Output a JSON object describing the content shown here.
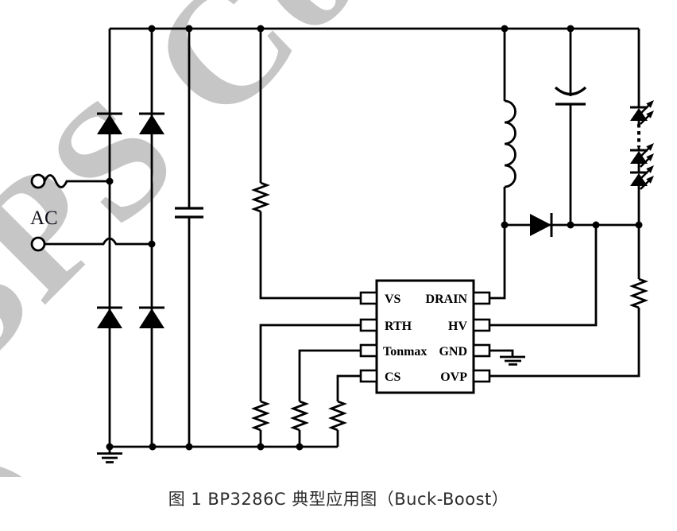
{
  "figure": {
    "caption": "图 1 BP3286C 典型应用图（Buck-Boost）",
    "ac_label": "AC",
    "watermark_text": "BPS Cor"
  },
  "chip": {
    "left_pins": [
      "VS",
      "RTH",
      "Tonmax",
      "CS"
    ],
    "right_pins": [
      "DRAIN",
      "HV",
      "GND",
      "OVP"
    ]
  },
  "colors": {
    "line": "#000000",
    "watermark": "#c6c6c6",
    "ac_text": "#10101a",
    "background": "#ffffff"
  }
}
